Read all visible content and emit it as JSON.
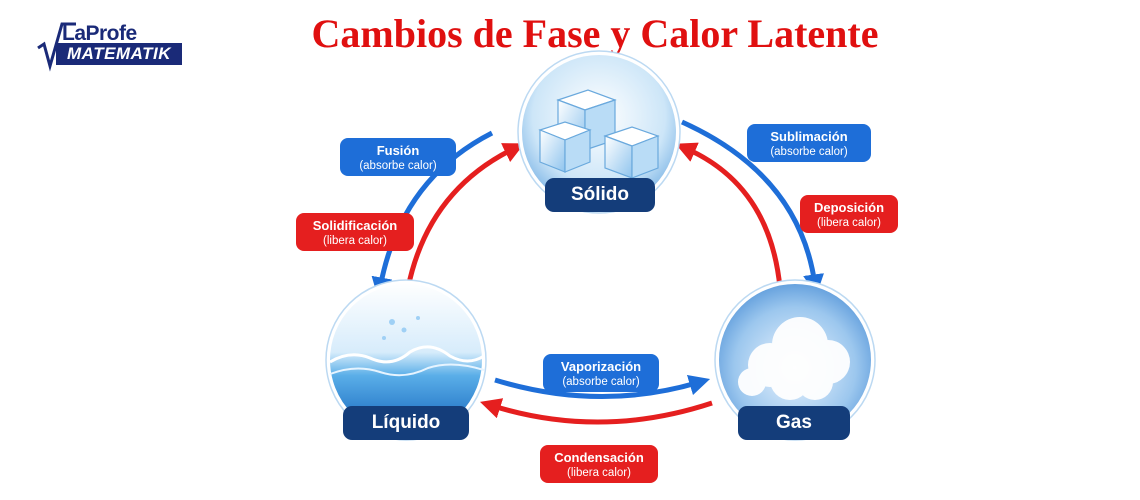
{
  "header": {
    "title": "Cambios de Fase y Calor Latente"
  },
  "logo": {
    "line1": "LaProfe",
    "line2": "MATEMATIK"
  },
  "states": {
    "solid": {
      "label": "Sólido"
    },
    "liquid": {
      "label": "Líquido"
    },
    "gas": {
      "label": "Gas"
    }
  },
  "transitions": {
    "fusion": {
      "name": "Fusión",
      "note": "(absorbe calor)"
    },
    "solidification": {
      "name": "Solidificación",
      "note": "(libera calor)"
    },
    "sublimation": {
      "name": "Sublimación",
      "note": "(absorbe calor)"
    },
    "deposition": {
      "name": "Deposición",
      "note": "(libera calor)"
    },
    "vaporization": {
      "name": "Vaporización",
      "note": "(absorbe calor)"
    },
    "condensation": {
      "name": "Condensación",
      "note": "(libera calor)"
    }
  },
  "colors": {
    "title": "#e01010",
    "absorb": "#1e6ed8",
    "release": "#e51f1f",
    "state_label": "#143d7a"
  }
}
